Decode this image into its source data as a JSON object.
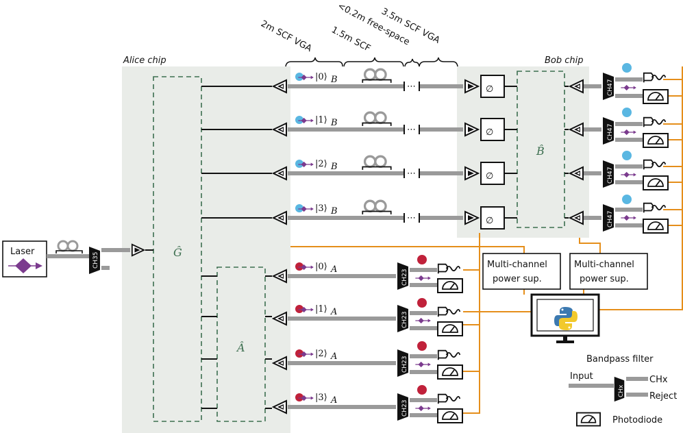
{
  "chips": {
    "alice": "Alice chip",
    "bob": "Bob chip"
  },
  "operators": {
    "g": "Ĝ",
    "a": "Â",
    "b": "B̂"
  },
  "source": {
    "laser": "Laser",
    "filter": "CH35"
  },
  "link_labels": {
    "vga_2m": "2m SCF VGA",
    "scf_1_5m": "1.5m SCF",
    "free_space": "<0.2m free-space",
    "vga_3_5m": "3.5m SCF VGA"
  },
  "bob_states": {
    "prefix": [
      "|0⟩",
      "|1⟩",
      "|2⟩",
      "|3⟩"
    ],
    "sub": "B"
  },
  "alice_states": {
    "prefix": [
      "|0⟩",
      "|1⟩",
      "|2⟩",
      "|3⟩"
    ],
    "sub": "A"
  },
  "filters": {
    "bob": "CH47",
    "alice": "CH23"
  },
  "power_supplies": [
    {
      "line1": "Multi-channel",
      "line2": "power sup."
    },
    {
      "line1": "Multi-channel",
      "line2": "power sup."
    }
  ],
  "legend": {
    "title": "Bandpass filter",
    "input": "Input",
    "filter_label": "CHx",
    "out_pass": "CHx",
    "out_reject": "Reject",
    "photodiode": "Photodiode"
  },
  "colors": {
    "chip_bg": "#e9ece8",
    "fiber": "#9a9a9a",
    "wire": "#e58e1a",
    "green_dash": "#3c6e4f",
    "blue_dot": "#5ab7e2",
    "red_dot": "#c0213a",
    "purple": "#7b3b8e"
  }
}
